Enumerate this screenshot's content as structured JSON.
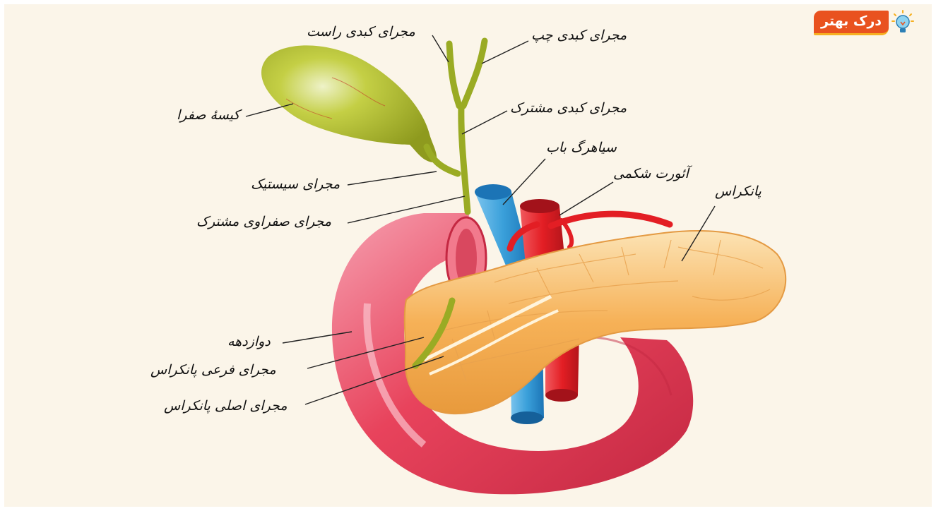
{
  "logo": {
    "text": "درک بهتر",
    "icon": "lightbulb-icon",
    "brand_color": "#e9521f",
    "accent_color": "#f6b021"
  },
  "labels": {
    "right_hepatic_duct": "مجرای کبدی راست",
    "left_hepatic_duct": "مجرای کبدی چپ",
    "gallbladder": "کیسهٔ صفرا",
    "common_hepatic_duct": "مجرای کبدی مشترک",
    "portal_vein": "سیاهرگ باب",
    "abdominal_aorta": "آئورت شکمی",
    "pancreas": "پانکراس",
    "cystic_duct": "مجرای سیستیک",
    "common_bile_duct": "مجرای صفراوی مشترک",
    "duodenum": "دوازدهه",
    "accessory_pancreatic_duct": "مجرای فرعی پانکراس",
    "main_pancreatic_duct": "مجرای اصلی پانکراس"
  },
  "colors": {
    "duodenum": "#e8435c",
    "pancreas": "#f6b157",
    "gallbladder": "#a9b92c",
    "portal_vein": "#3aa0da",
    "aorta": "#e31e24"
  }
}
